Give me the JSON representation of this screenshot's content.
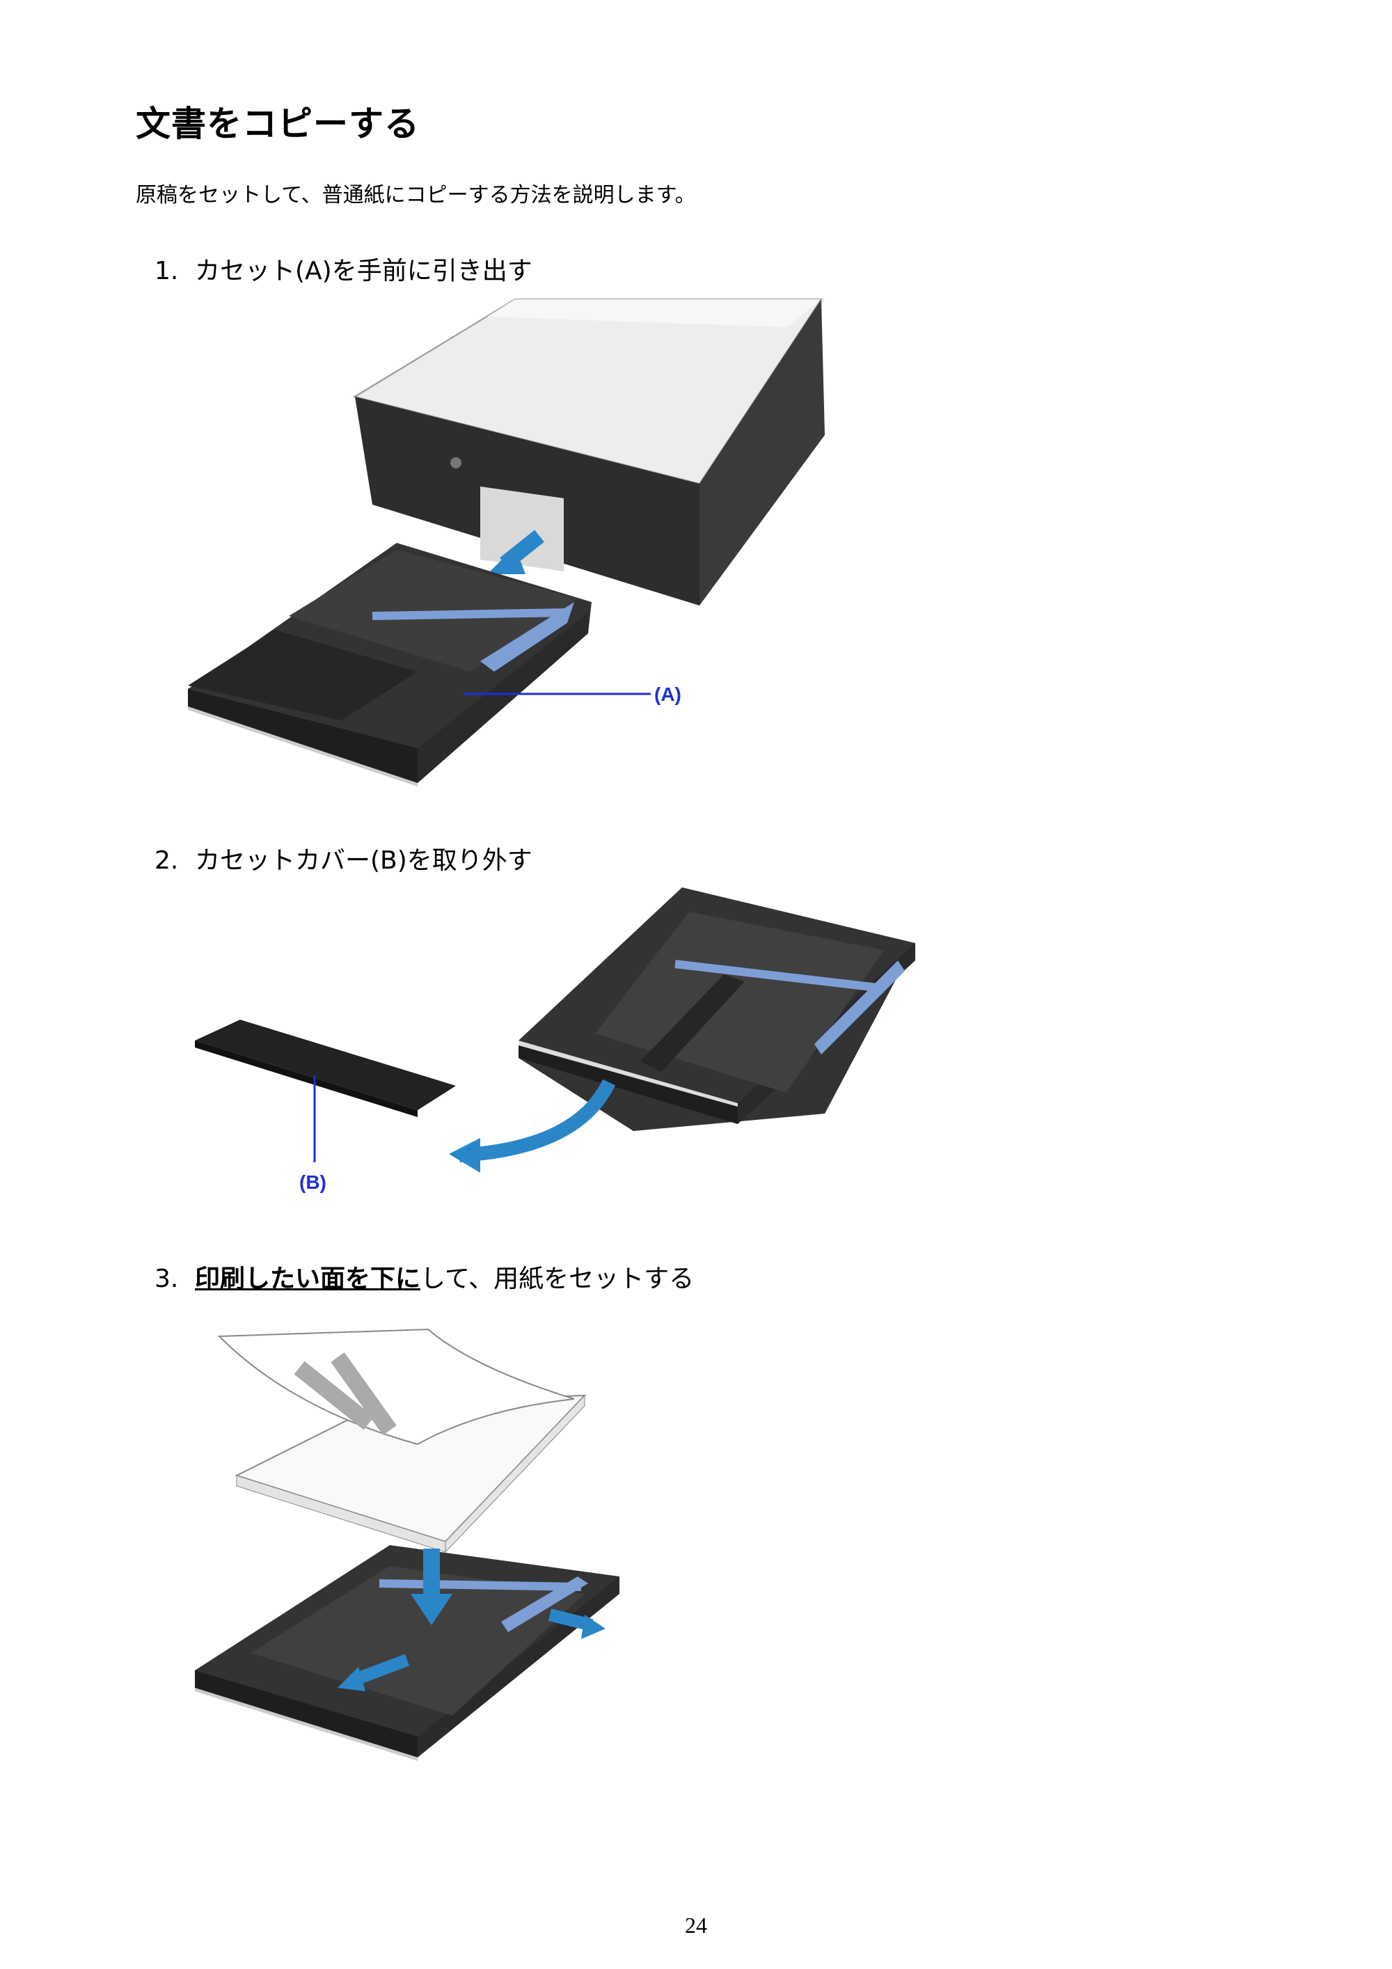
{
  "page": {
    "title": "文書をコピーする",
    "intro": "原稿をセットして、普通紙にコピーする方法を説明します。",
    "page_number": "24"
  },
  "steps": [
    {
      "number": "1.",
      "text": "カセット(A)を手前に引き出す",
      "callout": "(A)"
    },
    {
      "number": "2.",
      "text": "カセットカバー(B)を取り外す",
      "callout": "(B)"
    },
    {
      "number": "3.",
      "emphasis": "印刷したい面を下に",
      "rest": "して、用紙をセットする"
    }
  ],
  "colors": {
    "arrow": "#2b86c8",
    "guide": "#7e9ed6",
    "callout": "#1f2fd6",
    "device": "#2b2b2b"
  }
}
